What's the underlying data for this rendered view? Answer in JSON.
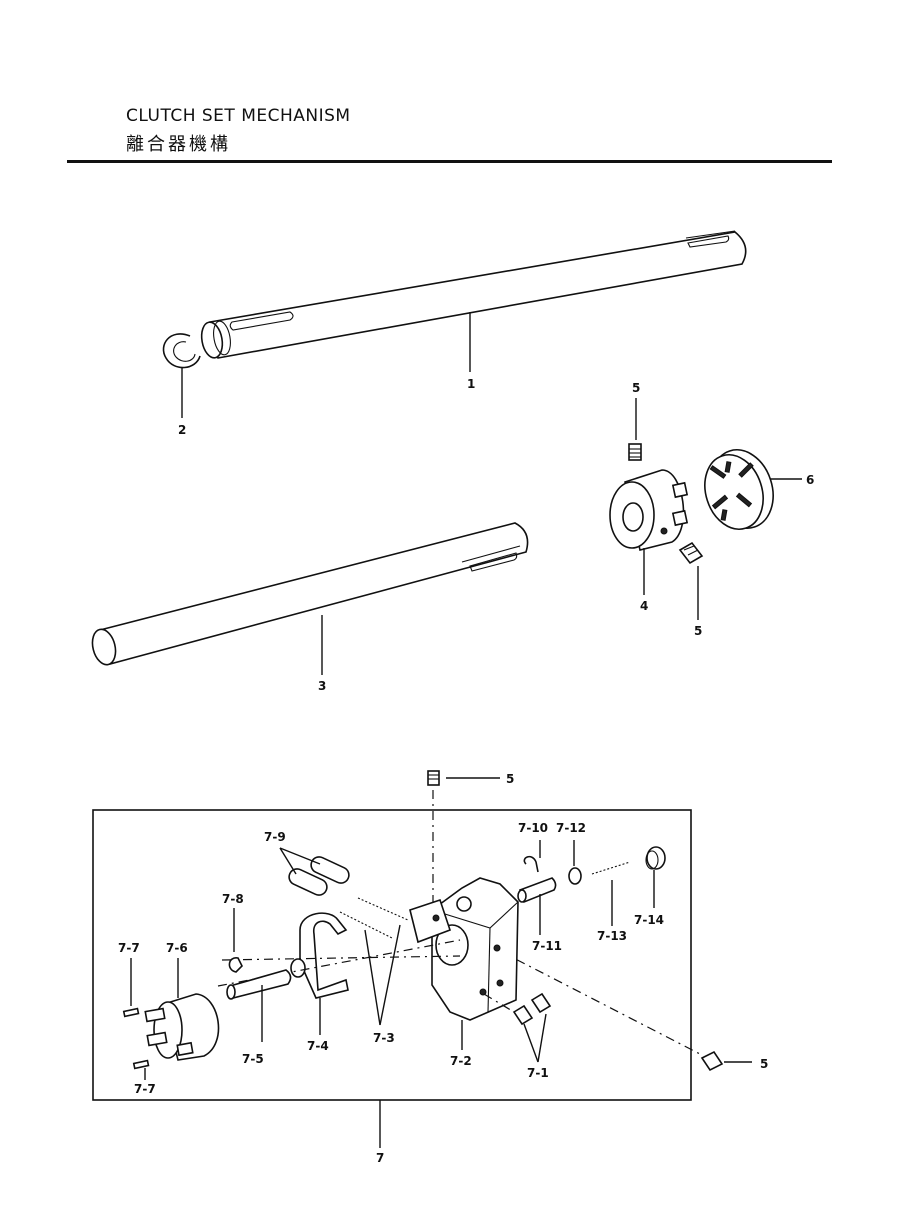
{
  "header": {
    "title_en": "CLUTCH SET MECHANISM",
    "title_zh": "離合器機構"
  },
  "labels": {
    "p1": "1",
    "p2": "2",
    "p3": "3",
    "p4": "4",
    "p5_top": "5",
    "p5_mid": "5",
    "p5_assembly_top": "5",
    "p5_assembly_right": "5",
    "p6": "6",
    "p7": "7",
    "p7_1": "7-1",
    "p7_2": "7-2",
    "p7_3": "7-3",
    "p7_4": "7-4",
    "p7_5": "7-5",
    "p7_6": "7-6",
    "p7_7_top": "7-7",
    "p7_7_bottom": "7-7",
    "p7_8": "7-8",
    "p7_9": "7-9",
    "p7_10": "7-10",
    "p7_11": "7-11",
    "p7_12": "7-12",
    "p7_13": "7-13",
    "p7_14": "7-14"
  }
}
